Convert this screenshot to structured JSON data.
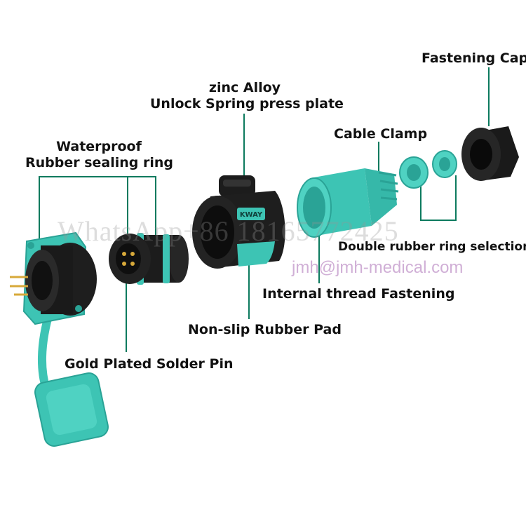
{
  "labels": {
    "fastening_cap": "Fastening Cap",
    "zinc_alloy_line1": "zinc Alloy",
    "zinc_alloy_line2": "Unlock Spring press plate",
    "cable_clamp": "Cable Clamp",
    "waterproof_line1": "Waterproof",
    "waterproof_line2": "Rubber sealing ring",
    "double_rubber_ring": "Double rubber ring selection",
    "internal_thread": "Internal thread Fastening",
    "non_slip_pad": "Non-slip Rubber Pad",
    "gold_pin": "Gold Plated Solder Pin"
  },
  "brand_badge": "KWAY",
  "watermarks": {
    "whatsapp": "WhatsApp+86 18165772425",
    "email": "jmh@jmh-medical.com"
  },
  "colors": {
    "turquoise": "#3dc4b4",
    "black": "#1a1a1a",
    "gold": "#d7a93a",
    "leader_line": "#0c7a5e"
  }
}
